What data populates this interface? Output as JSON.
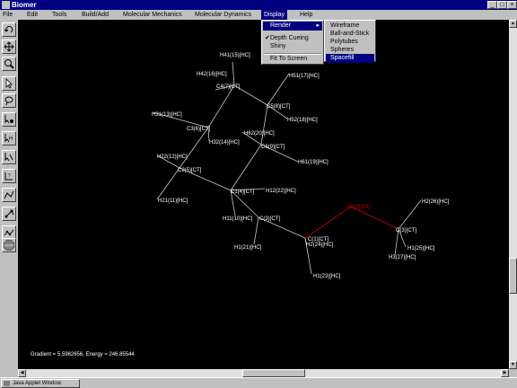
{
  "window": {
    "title": "Biomer"
  },
  "menubar": {
    "items": [
      "File",
      "Edit",
      "Tools",
      "Build/Add",
      "Molecular Mechanics",
      "Molecular Dynamics",
      "Display",
      "Help"
    ]
  },
  "display_menu": {
    "items": [
      {
        "label": "Render",
        "highlighted": true,
        "submenu": true
      },
      {
        "label": "Depth Cueing",
        "checked": true
      },
      {
        "label": "Shiny"
      },
      {
        "label": "Fit To Screen"
      }
    ]
  },
  "render_submenu": {
    "items": [
      {
        "label": "Wireframe"
      },
      {
        "label": "Ball-and-Stick"
      },
      {
        "label": "Polytubes"
      },
      {
        "label": "Spheres"
      },
      {
        "label": "Spacefill",
        "highlighted": true
      }
    ]
  },
  "toolbar": {
    "tools": [
      "rotate-icon",
      "translate-icon",
      "zoom-icon",
      "select-icon",
      "lasso-icon",
      "add-atom-icon",
      "hydrogen-icon",
      "bond-icon",
      "angle-icon",
      "dihedral-icon",
      "measure-icon",
      "stop-icon"
    ],
    "stop_label": "STOP"
  },
  "molecule": {
    "atoms": [
      {
        "label": "H41(15)[HC]"
      },
      {
        "label": "H42(16)[HC]"
      },
      {
        "label": "C4(7)[CT]"
      },
      {
        "label": "H51(17)[HC]"
      },
      {
        "label": "C5(8)[CT]"
      },
      {
        "label": "H52(18)[HC]"
      },
      {
        "label": "H31(13)[HC]"
      },
      {
        "label": "C3(6)[CT]"
      },
      {
        "label": "H32(14)[HC]"
      },
      {
        "label": "H62(20)[HC]"
      },
      {
        "label": "C6(9)[CT]"
      },
      {
        "label": "H61(19)[HC]"
      },
      {
        "label": "H22(12)[HC]"
      },
      {
        "label": "C2(5)[CT]"
      },
      {
        "label": "H21(11)[HC]"
      },
      {
        "label": "C1(4)[CT]"
      },
      {
        "label": "H12(22)[HC]"
      },
      {
        "label": "H11(10)[HC]"
      },
      {
        "label": "C(3)[CT]"
      },
      {
        "label": "H1(21)[HC]"
      },
      {
        "label": "O(2)[OS]",
        "color": "#cc0000"
      },
      {
        "label": "C(1)[CT]"
      },
      {
        "label": "H2(24)[HC]"
      },
      {
        "label": "H1(23)[HC]"
      },
      {
        "label": "H2(26)[HC]"
      },
      {
        "label": "C(3)[CT]"
      },
      {
        "label": "H1(25)[HC]"
      },
      {
        "label": "H3(27)[HC]"
      }
    ]
  },
  "status": {
    "text": "Gradient = 5.5982656, Energy = 246.85544"
  },
  "taskbar": {
    "applet_label": "Java Applet Window"
  },
  "colors": {
    "canvas_bg": "#000000",
    "bond": "#c8c8c8",
    "oxygen": "#cc0000",
    "highlight": "#000080"
  }
}
